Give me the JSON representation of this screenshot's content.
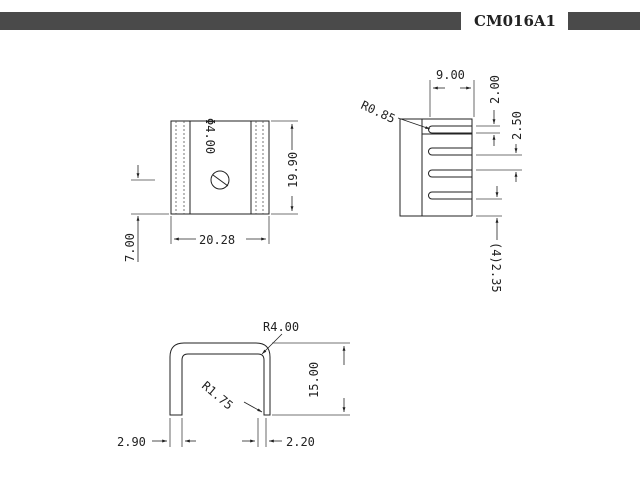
{
  "header": {
    "part_code": "CM016A1",
    "bar_color": "#4a4a4a"
  },
  "front_view": {
    "hole_diameter": "Φ4.00",
    "height": "19.90",
    "width": "20.28",
    "hole_offset": "7.00"
  },
  "side_view": {
    "fin_radius": "R0.85",
    "depth": "9.00",
    "top_thickness": "2.00",
    "fin_pitch": "2.50",
    "fin_spacing": "(4)2.35"
  },
  "bottom_view": {
    "outer_radius": "R4.00",
    "inner_radius": "R1.75",
    "height": "15.00",
    "left_thickness": "2.90",
    "right_thickness": "2.20"
  }
}
